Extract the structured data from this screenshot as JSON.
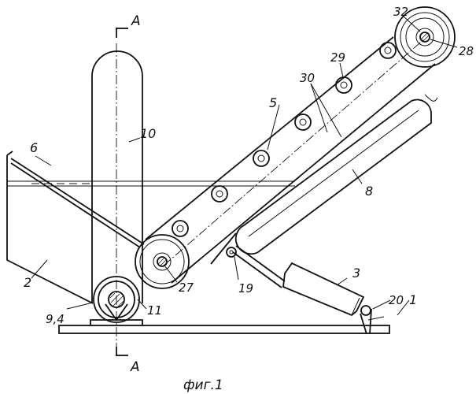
{
  "section": {
    "label_top": "A",
    "label_bottom": "A"
  },
  "caption": "фиг.1",
  "labels": {
    "l1": "1",
    "l2": "2",
    "l3": "3",
    "l5": "5",
    "l6": "6",
    "l8": "8",
    "l94": "9,4",
    "l10": "10",
    "l11": "11",
    "l19": "19",
    "l20": "20",
    "l27": "27",
    "l28": "28",
    "l29": "29",
    "l30": "30",
    "l32": "32"
  }
}
